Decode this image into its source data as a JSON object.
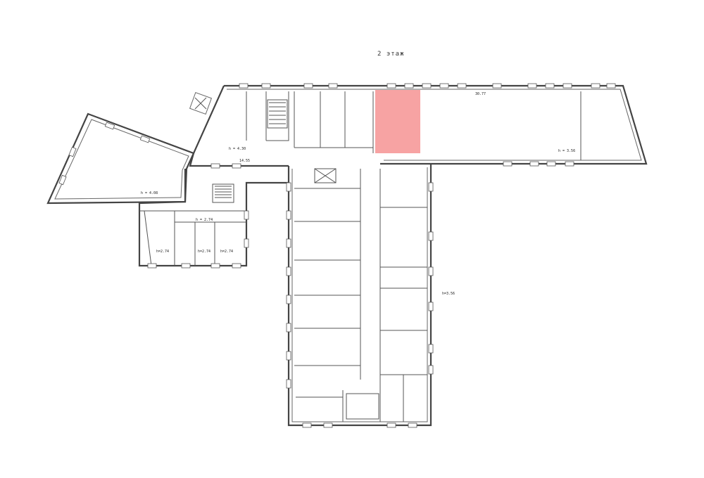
{
  "title": "2 этаж",
  "highlight_color": "#f7a3a3",
  "notes": {
    "h_triangle": "h = 4.08",
    "h_stair": "h = 4.30",
    "h_corridor_left": "h = 2.74",
    "h_hall": "h = 3.56",
    "h_room_a": "h=2.74",
    "h_room_b": "h=2.74",
    "h_room_c": "h=2.74",
    "h_right": "h=3.56",
    "dim_hall_length": "30.77",
    "dim_corridor": "14.55"
  }
}
